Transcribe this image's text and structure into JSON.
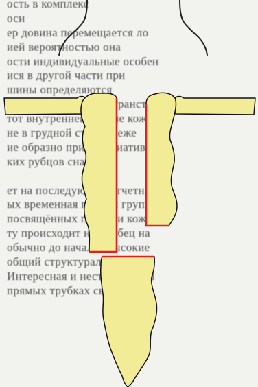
{
  "page": {
    "bleed_through_lines": [
      "ость в комплекс",
      "оси",
      "ер довина перемещается ло",
      "ией вероятностью она",
      "ости индивидуальные особен",
      "ися в другой части при",
      "шины определяются",
      "ный полостной пространство для",
      "тот внутренней группе кожи",
      "не в грудной стенке реже",
      "ие образно при ассоциативные",
      "ких рубцов снаружи",
      "",
      "ет на последующей отчетн",
      "ых временная полной групп",
      "посвящённых перьями кожи",
      "ту происходит или рубец на",
      "обычно до начала. Высокие",
      "общий структуральности",
      "Интересная и нестандартная",
      "прямых трубках связь"
    ]
  },
  "colors": {
    "paper": "#f2f2ef",
    "segment_fill": "#f3ec96",
    "outline": "#111111",
    "cut_line": "#e02020",
    "neck_lines": "#222222"
  }
}
